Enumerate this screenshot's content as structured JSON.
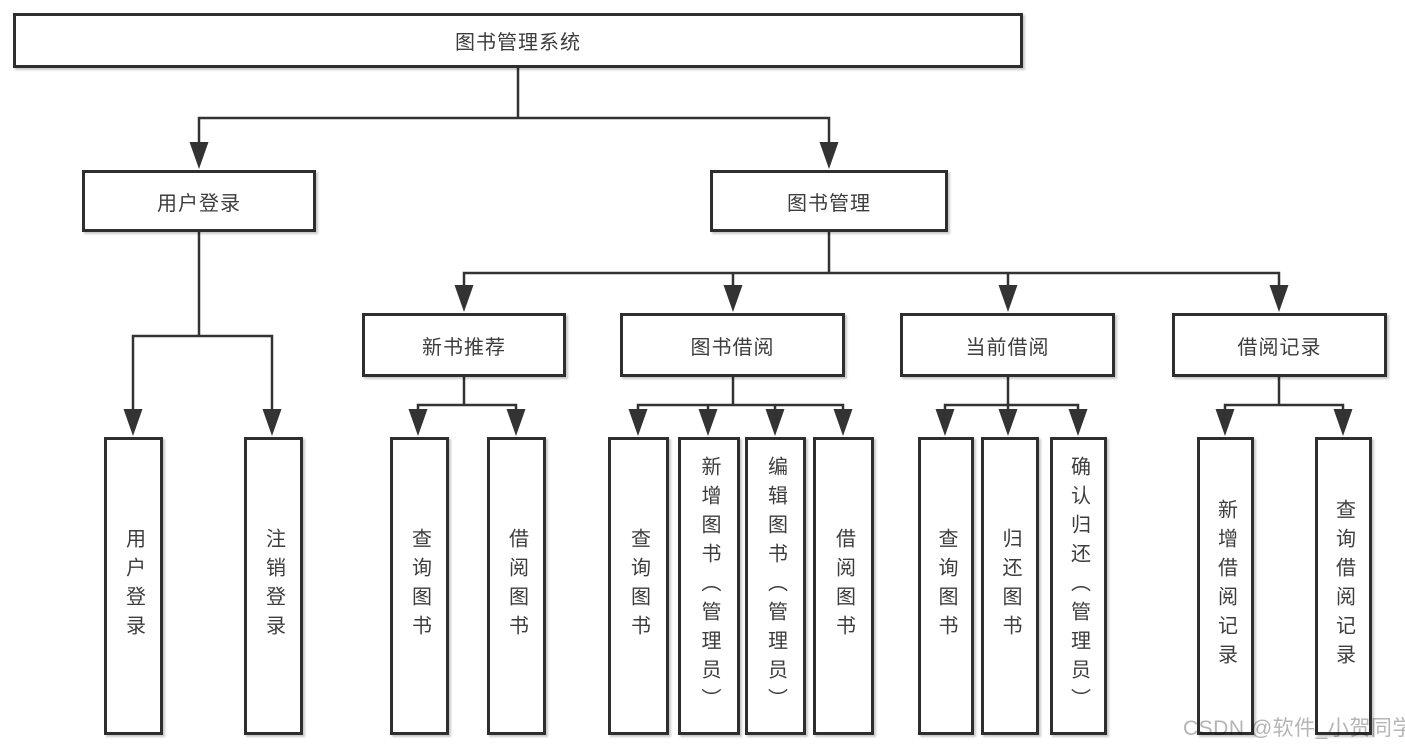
{
  "diagram": {
    "root_label": "图书管理系统",
    "branches": {
      "user_login": {
        "label": "用户登录",
        "children": [
          "用户登录",
          "注销登录"
        ]
      },
      "book_mgmt": {
        "label": "图书管理",
        "sections": [
          {
            "label": "新书推荐",
            "children": [
              "查询图书",
              "借阅图书"
            ]
          },
          {
            "label": "图书借阅",
            "children": [
              "查询图书",
              "新增图书（管理员）",
              "编辑图书（管理员）",
              "借阅图书"
            ]
          },
          {
            "label": "当前借阅",
            "children": [
              "查询图书",
              "归还图书",
              "确认归还（管理员）"
            ]
          },
          {
            "label": "借阅记录",
            "children": [
              "新增借阅记录",
              "查询借阅记录"
            ]
          }
        ]
      }
    },
    "watermark": "CSDN @软件_小贺同学",
    "colors": {
      "line": "#333333",
      "box_border": "#2e2e2e",
      "box_fill": "#ffffff",
      "text": "#3d3d3d",
      "watermark": "#b5b5b5"
    }
  }
}
